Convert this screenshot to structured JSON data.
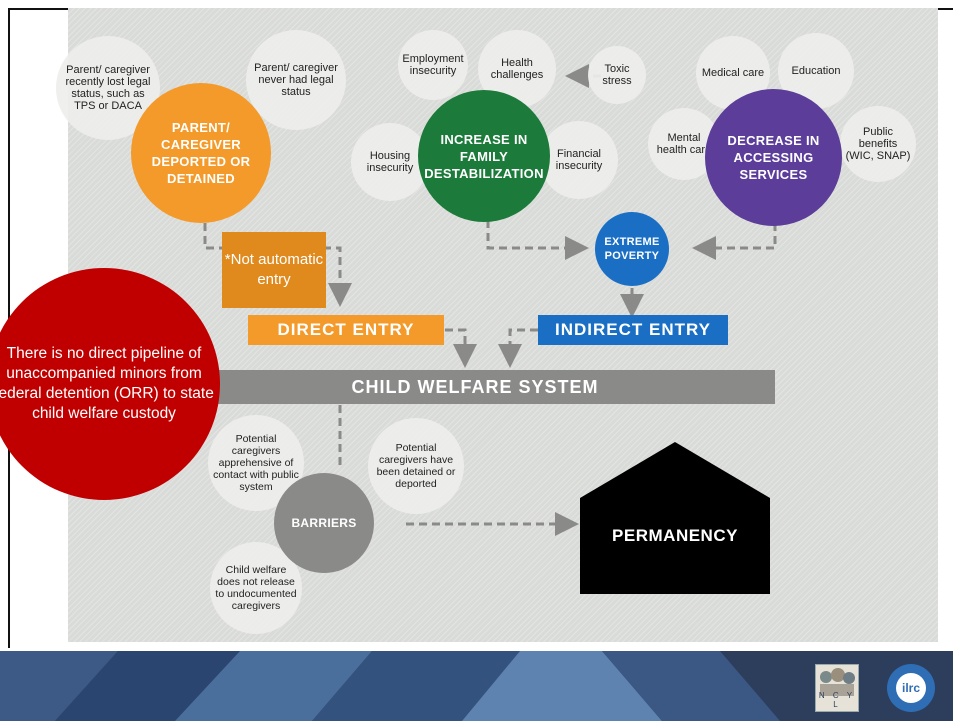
{
  "main_circles": {
    "parent": "PARENT/ CAREGIVER DEPORTED OR DETAINED",
    "family": "INCREASE IN FAMILY DESTABILIZATION",
    "services": "DECREASE IN ACCESSING SERVICES",
    "poverty": "EXTREME POVERTY",
    "barriers": "BARRIERS"
  },
  "bubbles": {
    "lost_status": "Parent/ caregiver recently lost legal status, such as TPS or DACA",
    "never_status": "Parent/ caregiver never had legal status",
    "employment": "Employment insecurity",
    "health": "Health challenges",
    "toxic": "Toxic stress",
    "housing": "Housing insecurity",
    "financial": "Financial insecurity",
    "medical": "Medical care",
    "education": "Education",
    "mental": "Mental health care",
    "public_benefits": "Public benefits (WIC, SNAP)",
    "apprehensive": "Potential caregivers apprehensive of contact with public system",
    "detained": "Potential caregivers have been detained or deported",
    "release": "Child welfare does not release to undocumented caregivers"
  },
  "banners": {
    "direct": "DIRECT ENTRY",
    "indirect": "INDIRECT ENTRY",
    "cws": "CHILD WELFARE SYSTEM",
    "permanency": "PERMANENCY"
  },
  "overlays": {
    "not_automatic": "*Not automatic entry",
    "red_note": "There is no direct pipeline of unaccompanied minors from federal detention (ORR) to state child welfare custody"
  },
  "footer": {
    "ncyl_text": "N C Y L",
    "ilrc_text": "ilrc"
  },
  "colors": {
    "orange": "#f39a2b",
    "green": "#1c7a3a",
    "purple": "#5c3d99",
    "blue": "#1a6fc4",
    "gray": "#8a8b89",
    "red": "#c00000"
  }
}
